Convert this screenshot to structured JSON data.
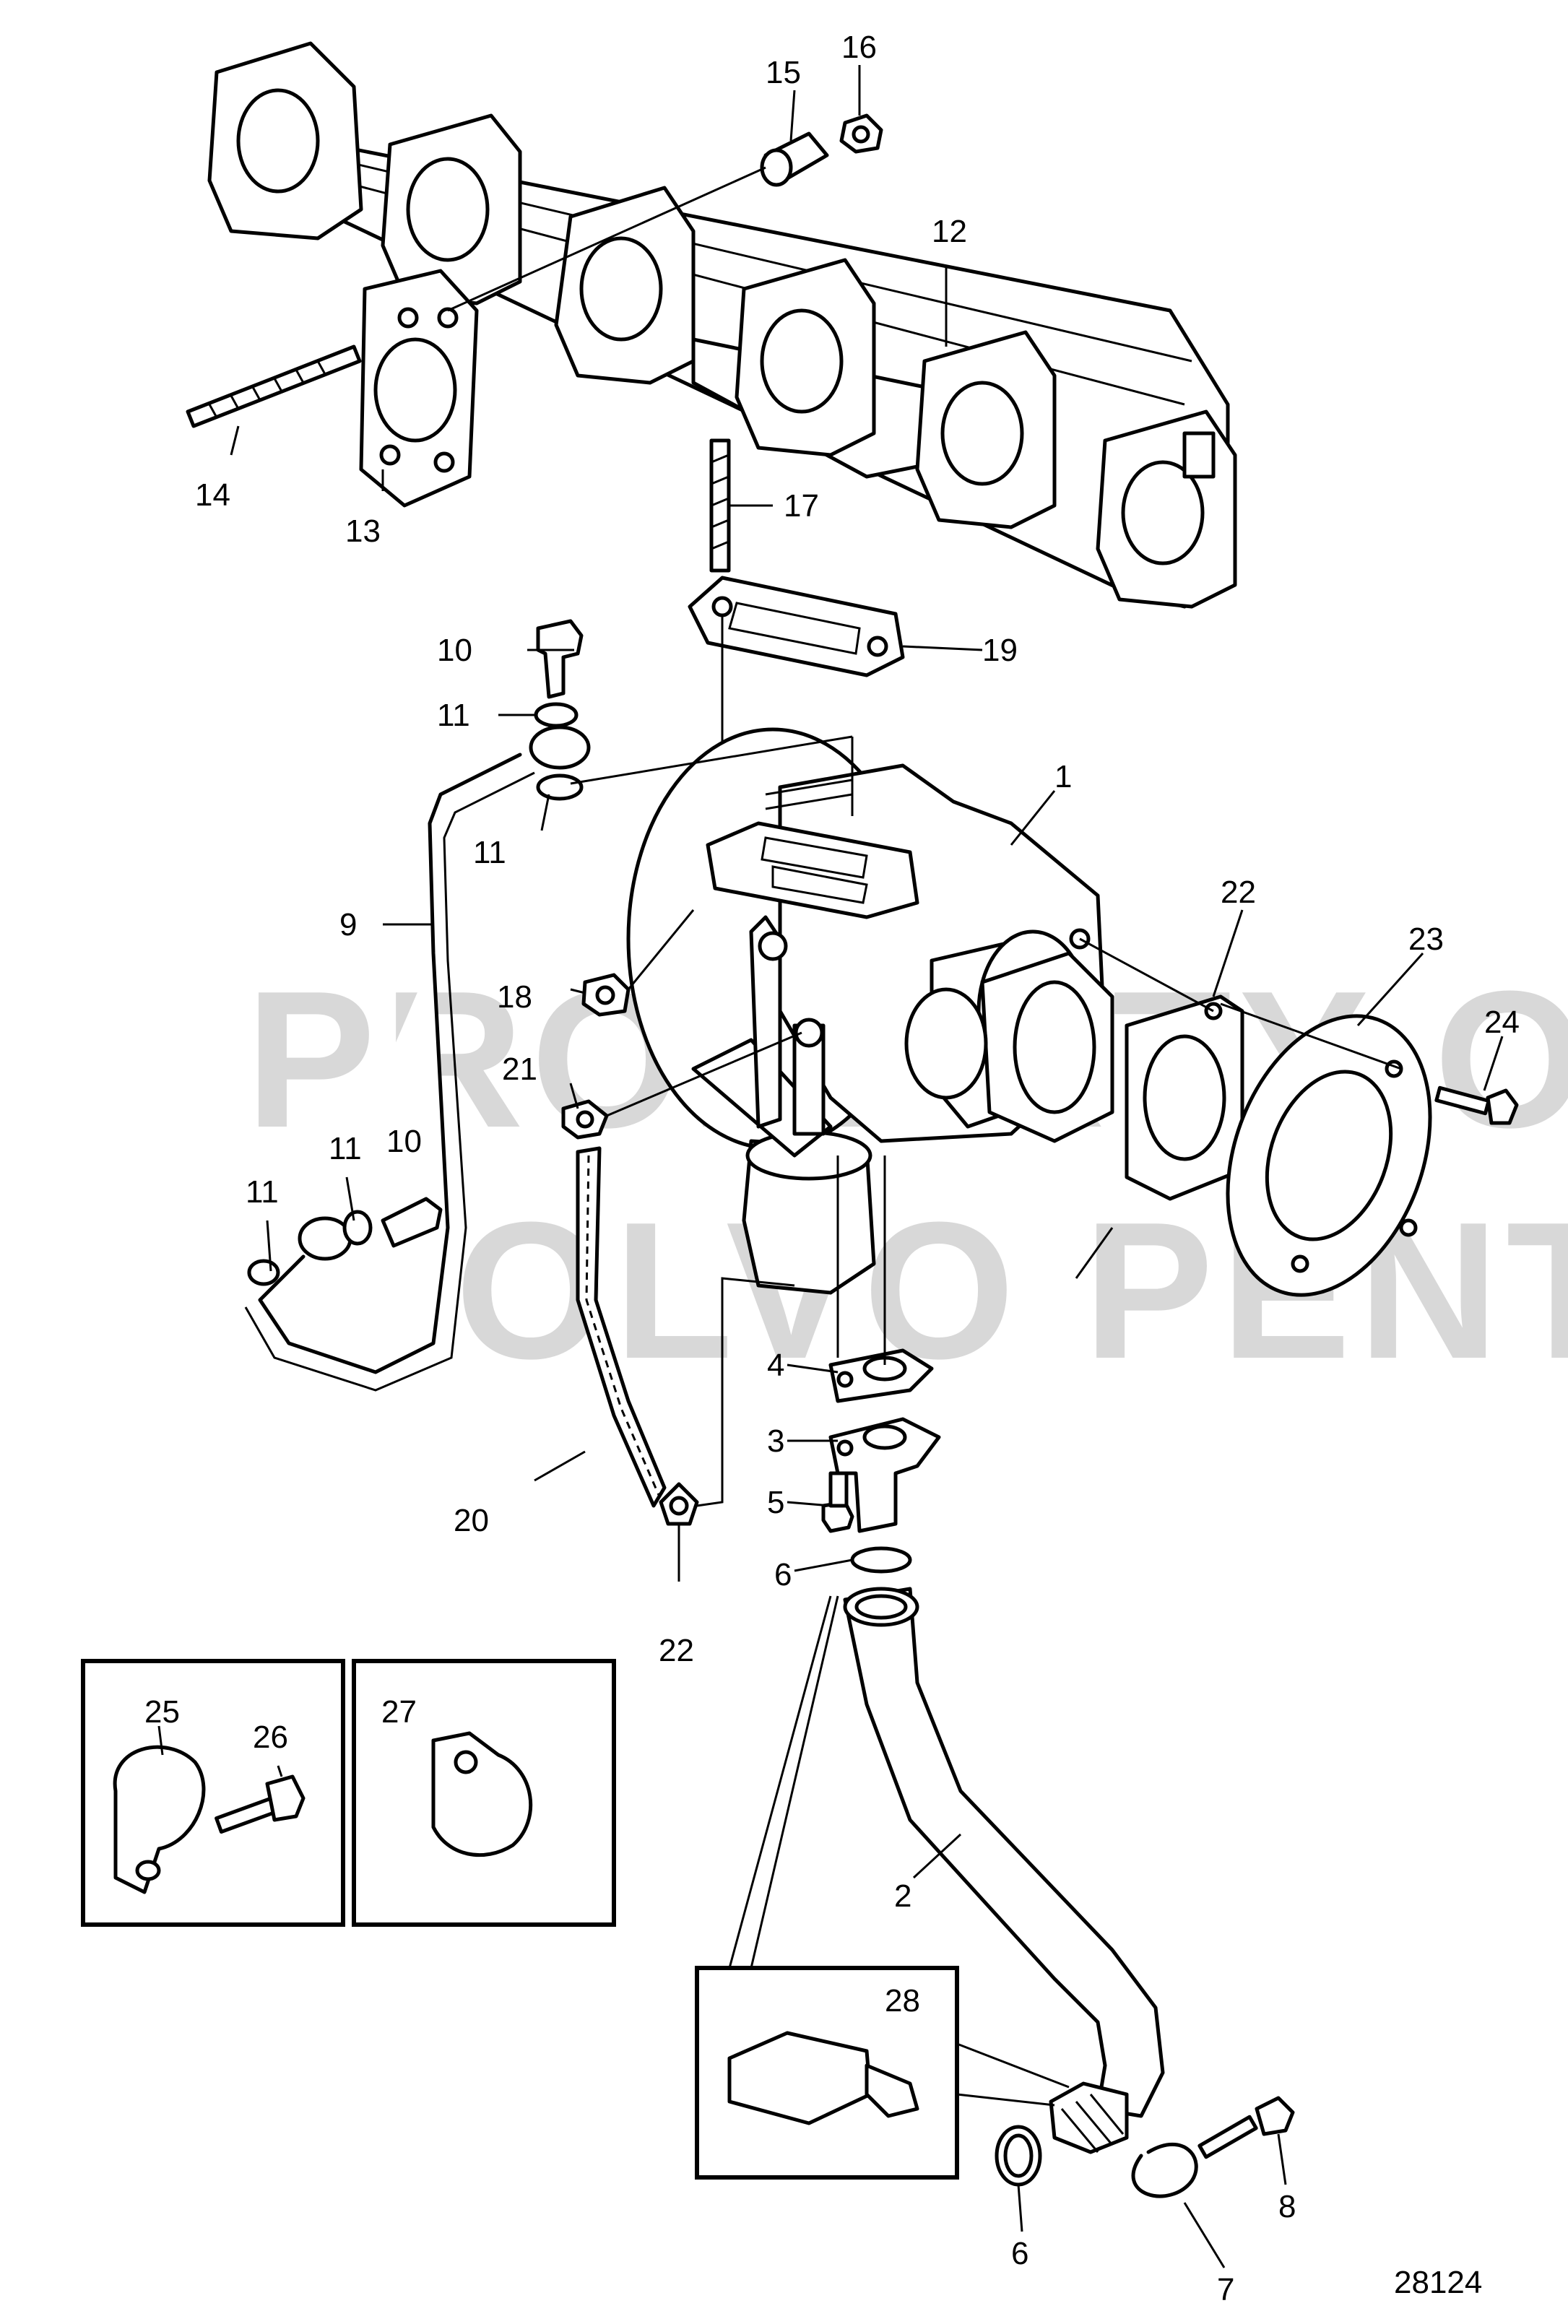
{
  "figure_number": "28124",
  "watermark": {
    "line1": "PROPERTY OF",
    "line2": "VOLVO PENTA"
  },
  "callouts": {
    "c1": "1",
    "c2": "2",
    "c3": "3",
    "c4": "4",
    "c5": "5",
    "c6a": "6",
    "c6b": "6",
    "c7": "7",
    "c8": "8",
    "c9": "9",
    "c10a": "10",
    "c10b": "10",
    "c11a": "11",
    "c11b": "11",
    "c11c": "11",
    "c11d": "11",
    "c12": "12",
    "c13": "13",
    "c14": "14",
    "c15": "15",
    "c16": "16",
    "c17": "17",
    "c18": "18",
    "c19": "19",
    "c20": "20",
    "c21": "21",
    "c22a": "22",
    "c22b": "22",
    "c23": "23",
    "c24": "24",
    "c25": "25",
    "c26": "26",
    "c27": "27",
    "c28": "28"
  }
}
